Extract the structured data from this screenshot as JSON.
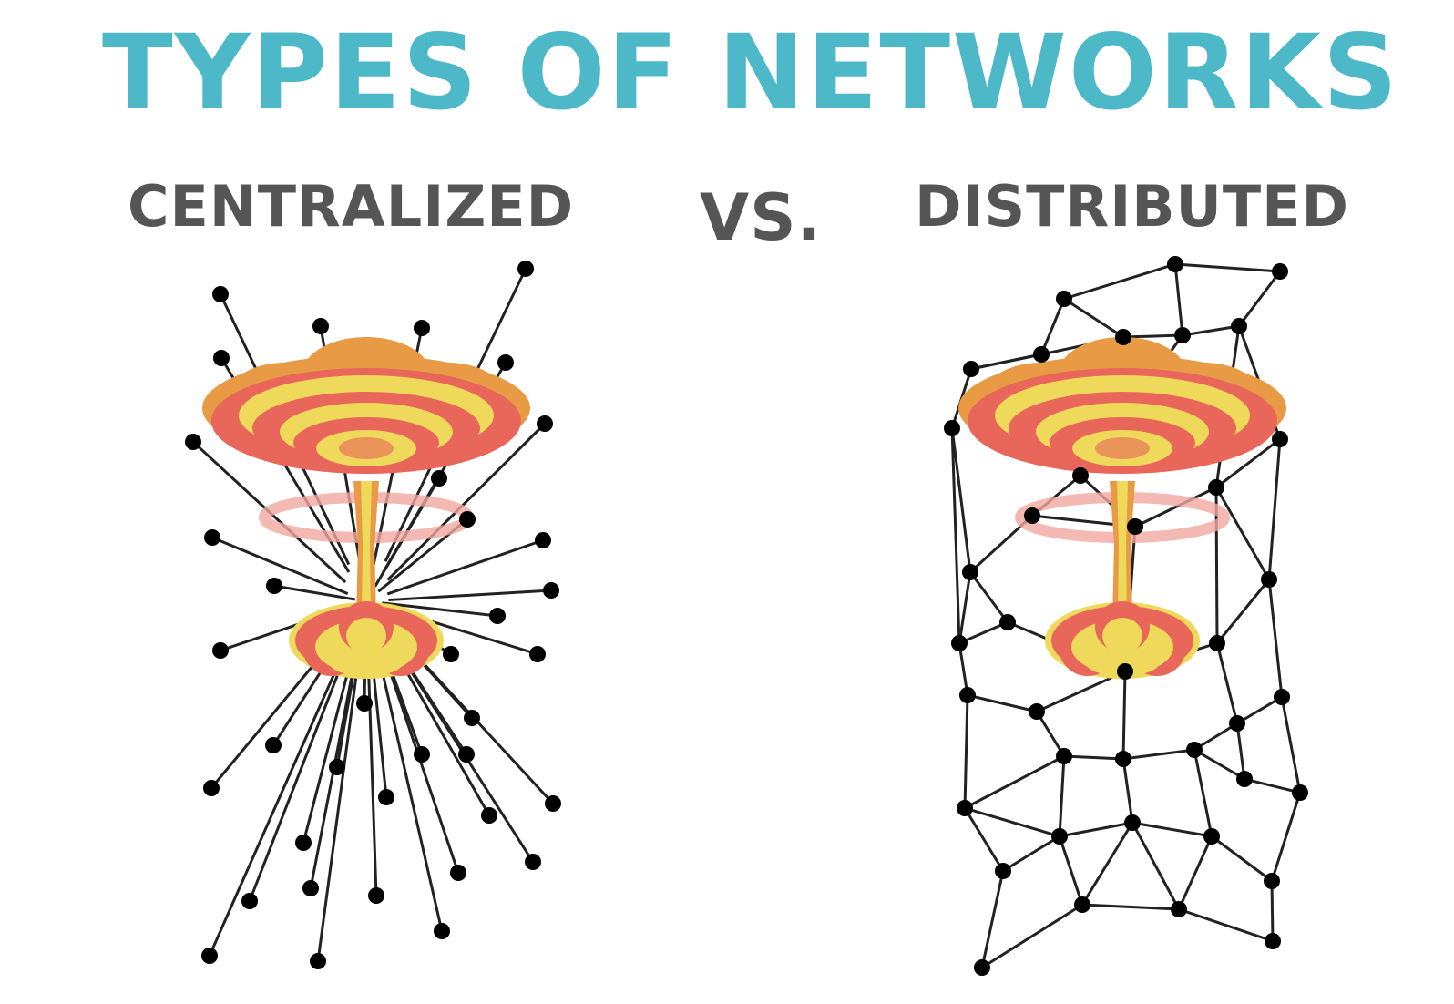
{
  "title": "TYPES OF NETWORKS",
  "left_label": "CENTRALIZED",
  "vs_label": "VS.",
  "right_label": "DISTRIBUTED",
  "colors": {
    "title": "#4db8c8",
    "labels": "#555555",
    "cloud_outer": "#e89a45",
    "cloud_red": "#e8665a",
    "cloud_yellow": "#efd95a",
    "ring": "#f3a8a0"
  },
  "icons": [
    "mushroom-cloud-explosion",
    "network-node"
  ]
}
